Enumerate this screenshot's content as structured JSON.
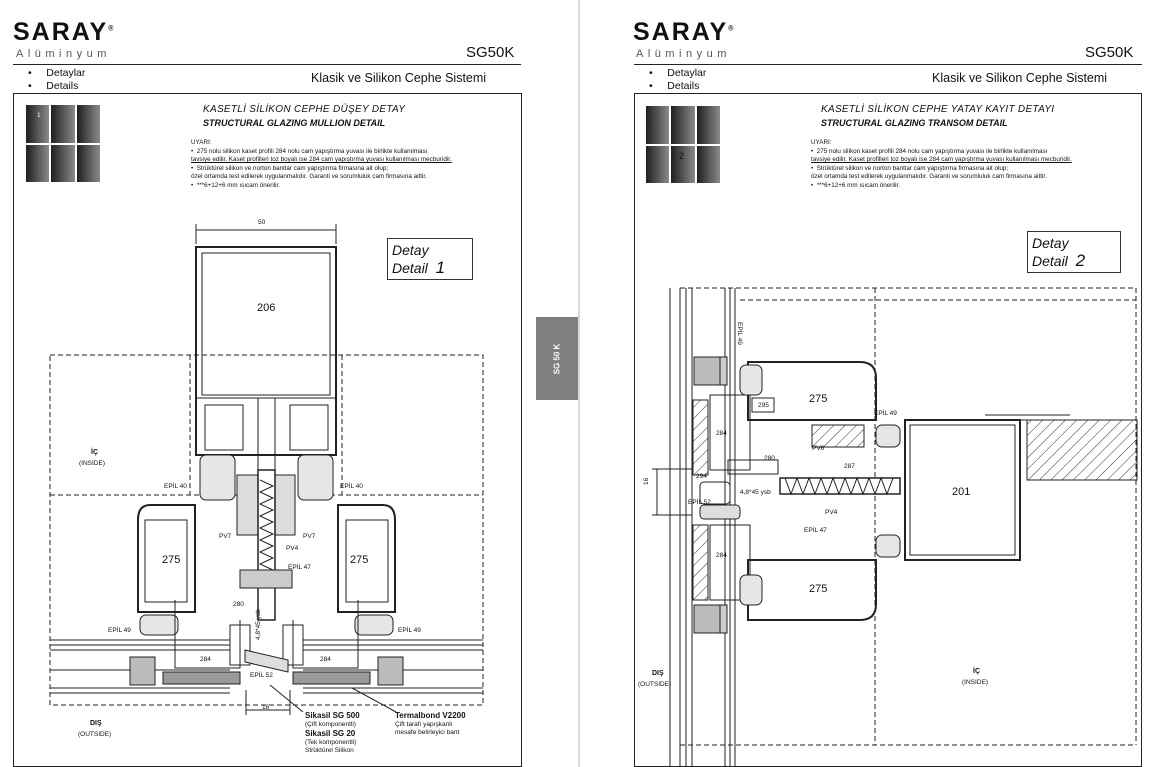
{
  "brand": {
    "name": "SARAY",
    "sub": "Alüminyum",
    "reg": "®"
  },
  "series_code": "SG50K",
  "nav": {
    "item1": "Detaylar",
    "item2": "Details"
  },
  "header_title": "Klasik ve Silikon Cephe Sistemi",
  "spine_tab": "SG 50 K",
  "note_heading": "UYARI:",
  "notes": [
    "275 nolu silikon kaset profili 284 nolu cam yapıştırma yuvası ile birlikte kullanılması",
    "tavsiye edilir. Kaset profilleri toz boyalı ise 284 cam yapıştırma yuvası kullanılması mecburidir.",
    "Strüktürel silikon ve norton bantlar cam yapıştırma firmasına ait olup;",
    "özel ortamda test edilerek uygulanmalıdır. Garanti ve sorumluluk cam firmasına aittir.",
    "***6+12+6 mm ısıcam önerilir."
  ],
  "left": {
    "title_tr": "KASETLİ SİLİKON CEPHE DÜŞEY DETAY",
    "title_en": "STRUCTURAL GLAZING MULLION DETAIL",
    "detail_word1": "Detay",
    "detail_word2": "Detail",
    "detail_no": "1",
    "tile_mark": "1",
    "dim_top": "50",
    "dim_bottom": "16",
    "profile_206": "206",
    "inside_tr": "İÇ",
    "inside_en": "(INSIDE)",
    "outside_tr": "DIŞ",
    "outside_en": "(OUTSIDE)",
    "labels": {
      "epil40_a": "EPİL 40",
      "epil40_b": "EPİL 40",
      "pv7_a": "PV7",
      "pv7_b": "PV7",
      "pv4": "PV4",
      "epil47": "EPİL 47",
      "n275_a": "275",
      "n275_b": "275",
      "n280": "280",
      "screw": "4,8*45 ysb",
      "epil49_a": "EPİL 49",
      "epil49_b": "EPİL 49",
      "n284_a": "284",
      "n284_b": "284",
      "epil52": "EPİL 52"
    },
    "callouts": {
      "sikasil500": "Sikasil SG 500",
      "sikasil500_sub": "(Çift komponentli)",
      "sikasil20": "Sikasil SG 20",
      "sikasil20_sub": "(Tek komponentli)",
      "sikasil20_sub2": "Strüktürel Silikon",
      "termal": "Termalbond V2200",
      "termal_sub1": "Çift tarafı yapışkanlı",
      "termal_sub2": "mesafe belirleyici bant"
    }
  },
  "right": {
    "title_tr": "KASETLİ SİLİKON CEPHE YATAY KAYIT  DETAYI",
    "title_en": "STRUCTURAL GLAZING TRANSOM DETAIL",
    "detail_word1": "Detay",
    "detail_word2": "Detail",
    "detail_no": "2",
    "tile_mark": "2",
    "dim_left": "16",
    "profile_201": "201",
    "inside_tr": "İÇ",
    "inside_en": "(INSIDE)",
    "outside_tr": "DIŞ",
    "outside_en": "(OUTSIDE)",
    "labels": {
      "epil49_a": "EPİL 49",
      "n275_a": "275",
      "n295": "295",
      "epil49_b": "EPİL 49",
      "n284_a": "284",
      "pv6": "PV6",
      "n287": "287",
      "n280": "280",
      "n294": "294",
      "screw": "4,8*45 ysb",
      "epil52": "EPİL 52",
      "pv4": "PV4",
      "epil47": "EPİL 47",
      "n284_b": "284",
      "n275_b": "275"
    }
  },
  "colors": {
    "tab": "#7f7f7f",
    "line": "#222222"
  }
}
